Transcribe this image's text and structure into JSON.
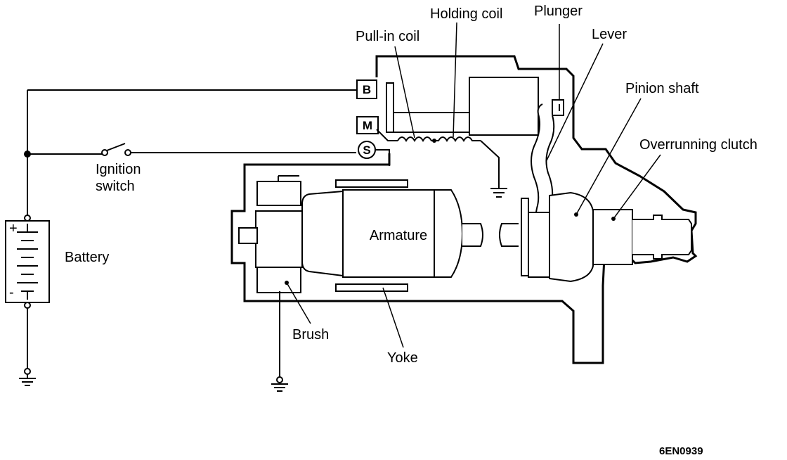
{
  "labels": {
    "holding_coil": "Holding coil",
    "plunger": "Plunger",
    "pull_in_coil": "Pull-in coil",
    "lever": "Lever",
    "pinion_shaft": "Pinion shaft",
    "overrunning_clutch": "Overrunning clutch",
    "ignition_switch_line1": "Ignition",
    "ignition_switch_line2": "switch",
    "battery": "Battery",
    "armature": "Armature",
    "brush": "Brush",
    "yoke": "Yoke"
  },
  "terminals": {
    "b": "B",
    "m": "M",
    "s": "S"
  },
  "battery_signs": {
    "plus": "+",
    "minus": "-"
  },
  "figure_code": "6EN0939"
}
